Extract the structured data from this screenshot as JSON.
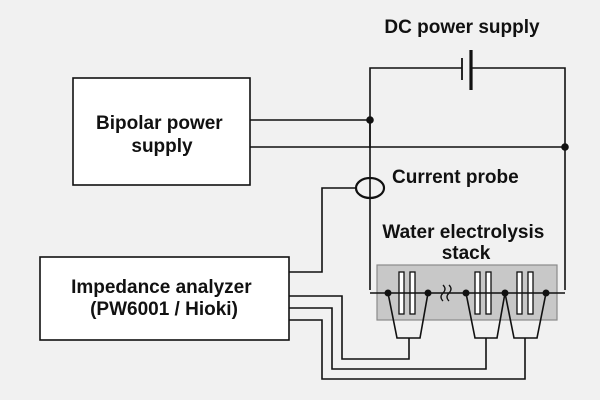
{
  "labels": {
    "dc_power_supply": "DC power supply",
    "bipolar_power_supply": [
      "Bipolar power",
      "supply"
    ],
    "current_probe": "Current probe",
    "stack": [
      "Water electrolysis",
      "stack"
    ],
    "impedance_analyzer": [
      "Impedance analyzer",
      "(PW6001 / Hioki)"
    ]
  },
  "colors": {
    "background": "#f1f1f1",
    "line": "#111111",
    "box_fill": "#ffffff",
    "stack_fill": "#c8c8c8",
    "stack_border": "#8a8a8a"
  }
}
